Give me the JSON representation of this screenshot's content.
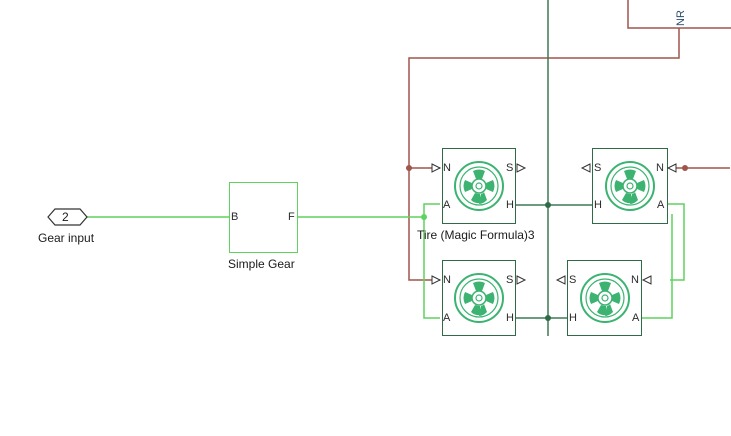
{
  "gear_input": {
    "port_number": "2",
    "label": "Gear input"
  },
  "simple_gear": {
    "label": "Simple Gear",
    "port_left": "B",
    "port_right": "F"
  },
  "tires": [
    {
      "name": "tire-top-left",
      "ports": {
        "tl": "N",
        "tr": "S",
        "bl": "A",
        "br": "H"
      }
    },
    {
      "name": "tire-top-right",
      "ports": {
        "tl": "S",
        "tr": "N",
        "bl": "H",
        "br": "A"
      }
    },
    {
      "name": "tire-bottom-left",
      "ports": {
        "tl": "N",
        "tr": "S",
        "bl": "A",
        "br": "H"
      }
    },
    {
      "name": "tire-bottom-right",
      "ports": {
        "tl": "S",
        "tr": "N",
        "bl": "H",
        "br": "A"
      }
    }
  ],
  "tire_label": "Tire (Magic Formula)3",
  "top_block_port": "NR",
  "colors": {
    "signal_green": "#5fd25f",
    "physical_brown": "#a0554b",
    "block_border": "#2f6b47",
    "junction": "#2f6b47",
    "wheel": "#3cb371"
  }
}
